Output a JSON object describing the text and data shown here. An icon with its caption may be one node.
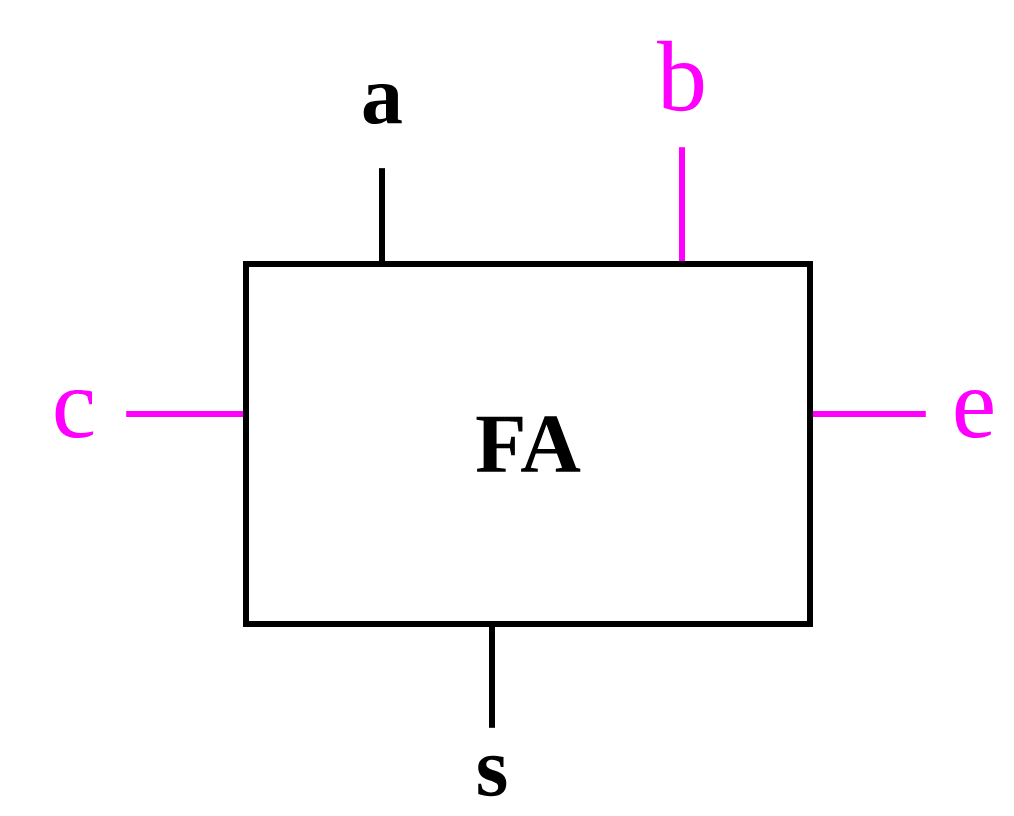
{
  "diagram": {
    "nodes": [
      {
        "text": [
          "FA"
        ]
      },
      {
        "text": [
          "a"
        ]
      },
      {
        "text": [
          "b"
        ]
      },
      {
        "text": [
          "c"
        ]
      },
      {
        "text": [
          "e"
        ]
      },
      {
        "text": [
          "s"
        ]
      }
    ],
    "edges": [
      {
        "from": 1,
        "to": 0,
        "arrow": "none",
        "color": "#000000"
      },
      {
        "from": 2,
        "to": 0,
        "arrow": "none",
        "color": "#ff00ff"
      },
      {
        "from": 3,
        "to": 0,
        "arrow": "none",
        "color": "#ff00ff"
      },
      {
        "from": 4,
        "to": 0,
        "arrow": "none",
        "color": "#ff00ff"
      },
      {
        "from": 5,
        "to": 0,
        "arrow": "none",
        "color": "#000000"
      }
    ]
  }
}
